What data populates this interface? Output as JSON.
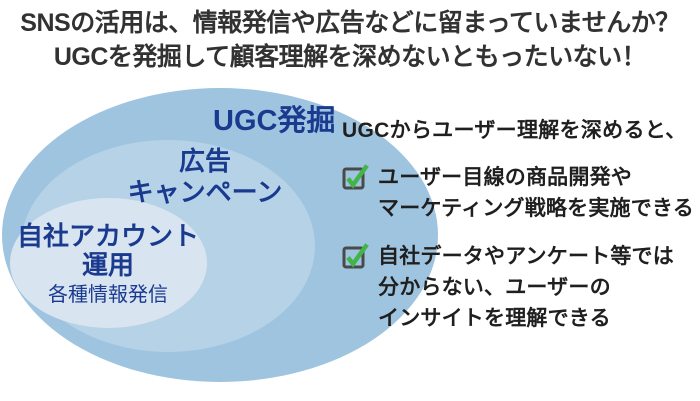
{
  "header": {
    "line1": "SNSの活用は、情報発信や広告などに留まっていませんか？",
    "line2": "UGCを発掘して顧客理解を深めないともったいない！"
  },
  "venn": {
    "label_color": "#1a3a8f",
    "outer": {
      "label": "UGC発掘",
      "color": "#9ec4e0"
    },
    "middle": {
      "label_line1": "広告",
      "label_line2": "キャンペーン",
      "color": "#b5d2e7"
    },
    "inner": {
      "label_line1": "自社アカウント",
      "label_line2": "運用",
      "sublabel": "各種情報発信",
      "color": "#d8e5f1"
    }
  },
  "right_panel": {
    "heading": "UGCからユーザー理解を深めると、",
    "items": [
      {
        "lines": [
          "ユーザー目線の商品開発や",
          "マーケティング戦略を実施できる"
        ]
      },
      {
        "lines": [
          "自社データやアンケート等では",
          "分からない、ユーザーの",
          "インサイトを理解できる"
        ]
      }
    ],
    "check_color": "#44b349",
    "checkbox_border_color": "#4a4a4a",
    "text_color": "#1f1f1f"
  }
}
